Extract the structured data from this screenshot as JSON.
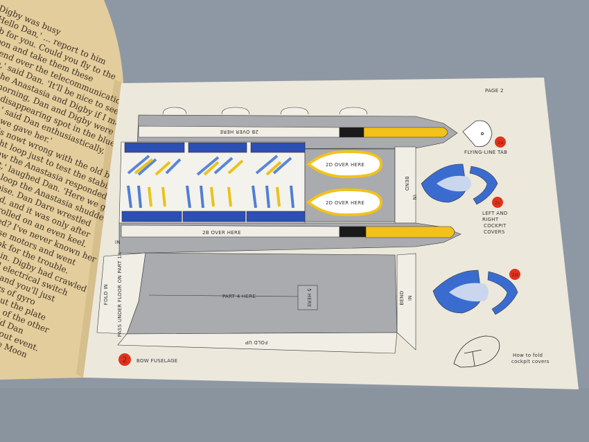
{
  "scene": {
    "description_kind": "photo of an open book with a cut-out paper model page",
    "colors": {
      "table": "#8e98a4",
      "left_page": "#e6cf9e",
      "right_page": "#ece8dc",
      "gray": "#a7a9ad",
      "blue": "#2f5bb8",
      "yellow": "#f0c419",
      "red": "#e0321c"
    }
  },
  "left_page": {
    "lines": [
      "Digby was busy",
      "'Hello Dan,' ... report to him",
      "job for you. Could you fly to the",
      "Moon and take them these",
      "to send over the telecommunications",
      "'Fine,' said Dan. 'It'll be nice to see",
      "take the Anastasia and Digby if I may?'",
      "Next morning, Dan and Digby were off",
      "rapidly disappearing spot in the blue sky.",
      "'By Jove,' said Dan enthusiastically,",
      "overhaul we gave her.'",
      "'Ee, there's nowt wrong with the old bus,'",
      "her in a tight loop just to test the stabilisers",
      "like a swallow the Anastasia responded",
      "hold your hat,' laughed Dan. 'Here we go!'",
      "the top of the loop the Anastasia shuddered",
      "er crackling noise. Dan Dare wrestled",
      "failed to respond, and it was only after",
      "er that the ship rolled on an even keel.",
      "n earth's happened? I've never known her",
      "stopped the impulse motors and went",
      "Digby started to look for the trouble.",
      "er in the control cabin. Digby had crawled",
      "used the complicated electrical switch",
      "me here, I've found it and you'll just",
      "ne his torch on the rows of gyro",
      "n was not only broken but the plate",
      "on had discoloured some of the other",
      "nplete mystery to me,' said Dan",
      "he trip was soon over without event.",
      "ut on the arid plateau of the Moon"
    ]
  },
  "right_page": {
    "page_number": "PAGE 2",
    "part_badge": "2",
    "part_title": "BOW FUSELAGE",
    "labels": {
      "over_here_top": "2B OVER HERE",
      "over_here_bottom": "2B OVER HERE",
      "window_upper": "2D OVER HERE",
      "window_lower": "2D OVER HERE",
      "part4": "PART 4 HERE",
      "here_box": "5 HERE",
      "fold_up": "FOLD UP",
      "fold_in": "FOLD IN",
      "pass_under": "PASS UNDER FLOOR ON PART 1A",
      "bend_upper": "BEND",
      "in_upper": "IN",
      "bend_lower": "BEND",
      "in_lower": "IN",
      "tab": "IN"
    },
    "side_parts": {
      "flying_tab_badge": "2a",
      "flying_tab_label": "FLYING-LINE TAB",
      "cockpit_badge": "2c",
      "cockpit_label_1": "LEFT AND",
      "cockpit_label_2": "RIGHT",
      "cockpit_label_3": "COCKPIT",
      "cockpit_label_4": "COVERS",
      "cockpit2_badge": "2d",
      "howto_1": "How to fold",
      "howto_2": "cockpit covers"
    }
  }
}
